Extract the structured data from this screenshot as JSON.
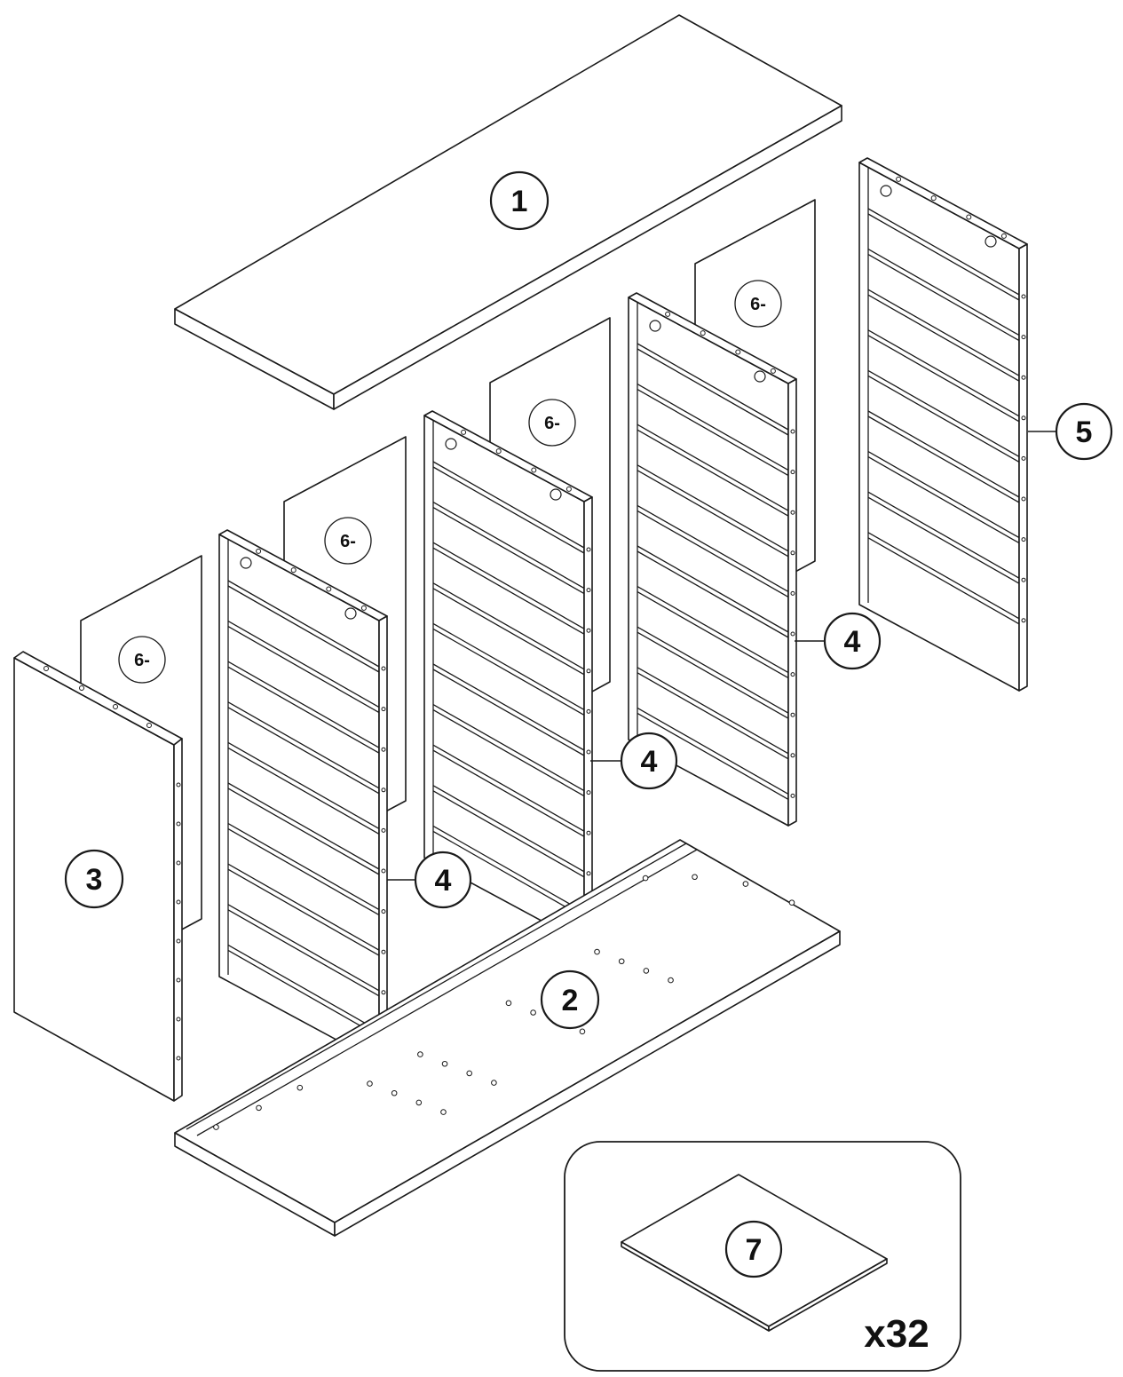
{
  "parts": {
    "top_panel": "1",
    "bottom_panel": "2",
    "side_panel_left": "3",
    "partition_a": "4",
    "partition_b": "4",
    "partition_c": "4",
    "side_panel_right": "5",
    "back_panel_a": "6-",
    "back_panel_b": "6-",
    "back_panel_c": "6-",
    "back_panel_d": "6-",
    "shelf": "7"
  },
  "shelf_quantity": "x32"
}
